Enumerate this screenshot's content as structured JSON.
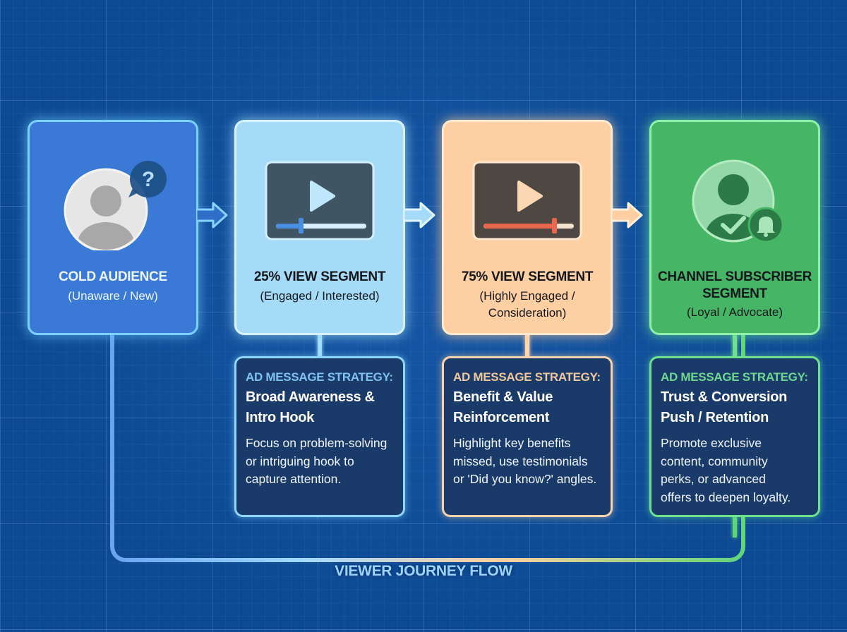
{
  "diagram": {
    "stages": [
      {
        "id": "cold-audience",
        "title": "COLD AUDIENCE",
        "subtitle": "(Unaware / New)",
        "icon": "user-question-icon",
        "color": "#3a7ad6"
      },
      {
        "id": "25-view",
        "title": "25% VIEW SEGMENT",
        "subtitle": "(Engaged / Interested)",
        "icon": "video-player-25-icon",
        "progress_percent": 25,
        "color": "#a6dbf7"
      },
      {
        "id": "75-view",
        "title": "75% VIEW SEGMENT",
        "subtitle_line1": "(Highly Engaged /",
        "subtitle_line2": "Consideration)",
        "icon": "video-player-75-icon",
        "progress_percent": 75,
        "color": "#fdcfa3"
      },
      {
        "id": "subscriber",
        "title_line1": "CHANNEL SUBSCRIBER",
        "title_line2": "SEGMENT",
        "subtitle": "(Loyal / Advocate)",
        "icon": "user-check-bell-icon",
        "color": "#46b565"
      }
    ],
    "strategies": [
      {
        "label": "AD MESSAGE STRATEGY:",
        "heading_line1": "Broad Awareness &",
        "heading_line2": "Intro Hook",
        "body_lines": [
          "Focus on problem-solving",
          "or intriguing hook to",
          "capture attention."
        ]
      },
      {
        "label": "AD MESSAGE STRATEGY:",
        "heading_line1": "Benefit & Value",
        "heading_line2": "Reinforcement",
        "body_lines": [
          "Highlight key benefits",
          "missed, use testimonials",
          "or 'Did you know?' angles."
        ]
      },
      {
        "label": "AD MESSAGE STRATEGY:",
        "heading_line1": "Trust & Conversion",
        "heading_line2": "Push / Retention",
        "body_lines": [
          "Promote exclusive",
          "content, community",
          "perks, or advanced",
          "offers to deepen loyalty."
        ]
      }
    ],
    "footer_label": "VIEWER JOURNEY FLOW",
    "colors": {
      "background": "#0d4a93",
      "stage1": "#3a7ad6",
      "stage2": "#a6dbf7",
      "stage3": "#fdcfa3",
      "stage4": "#46b565",
      "strategy_box": "#1a3a6a"
    }
  }
}
